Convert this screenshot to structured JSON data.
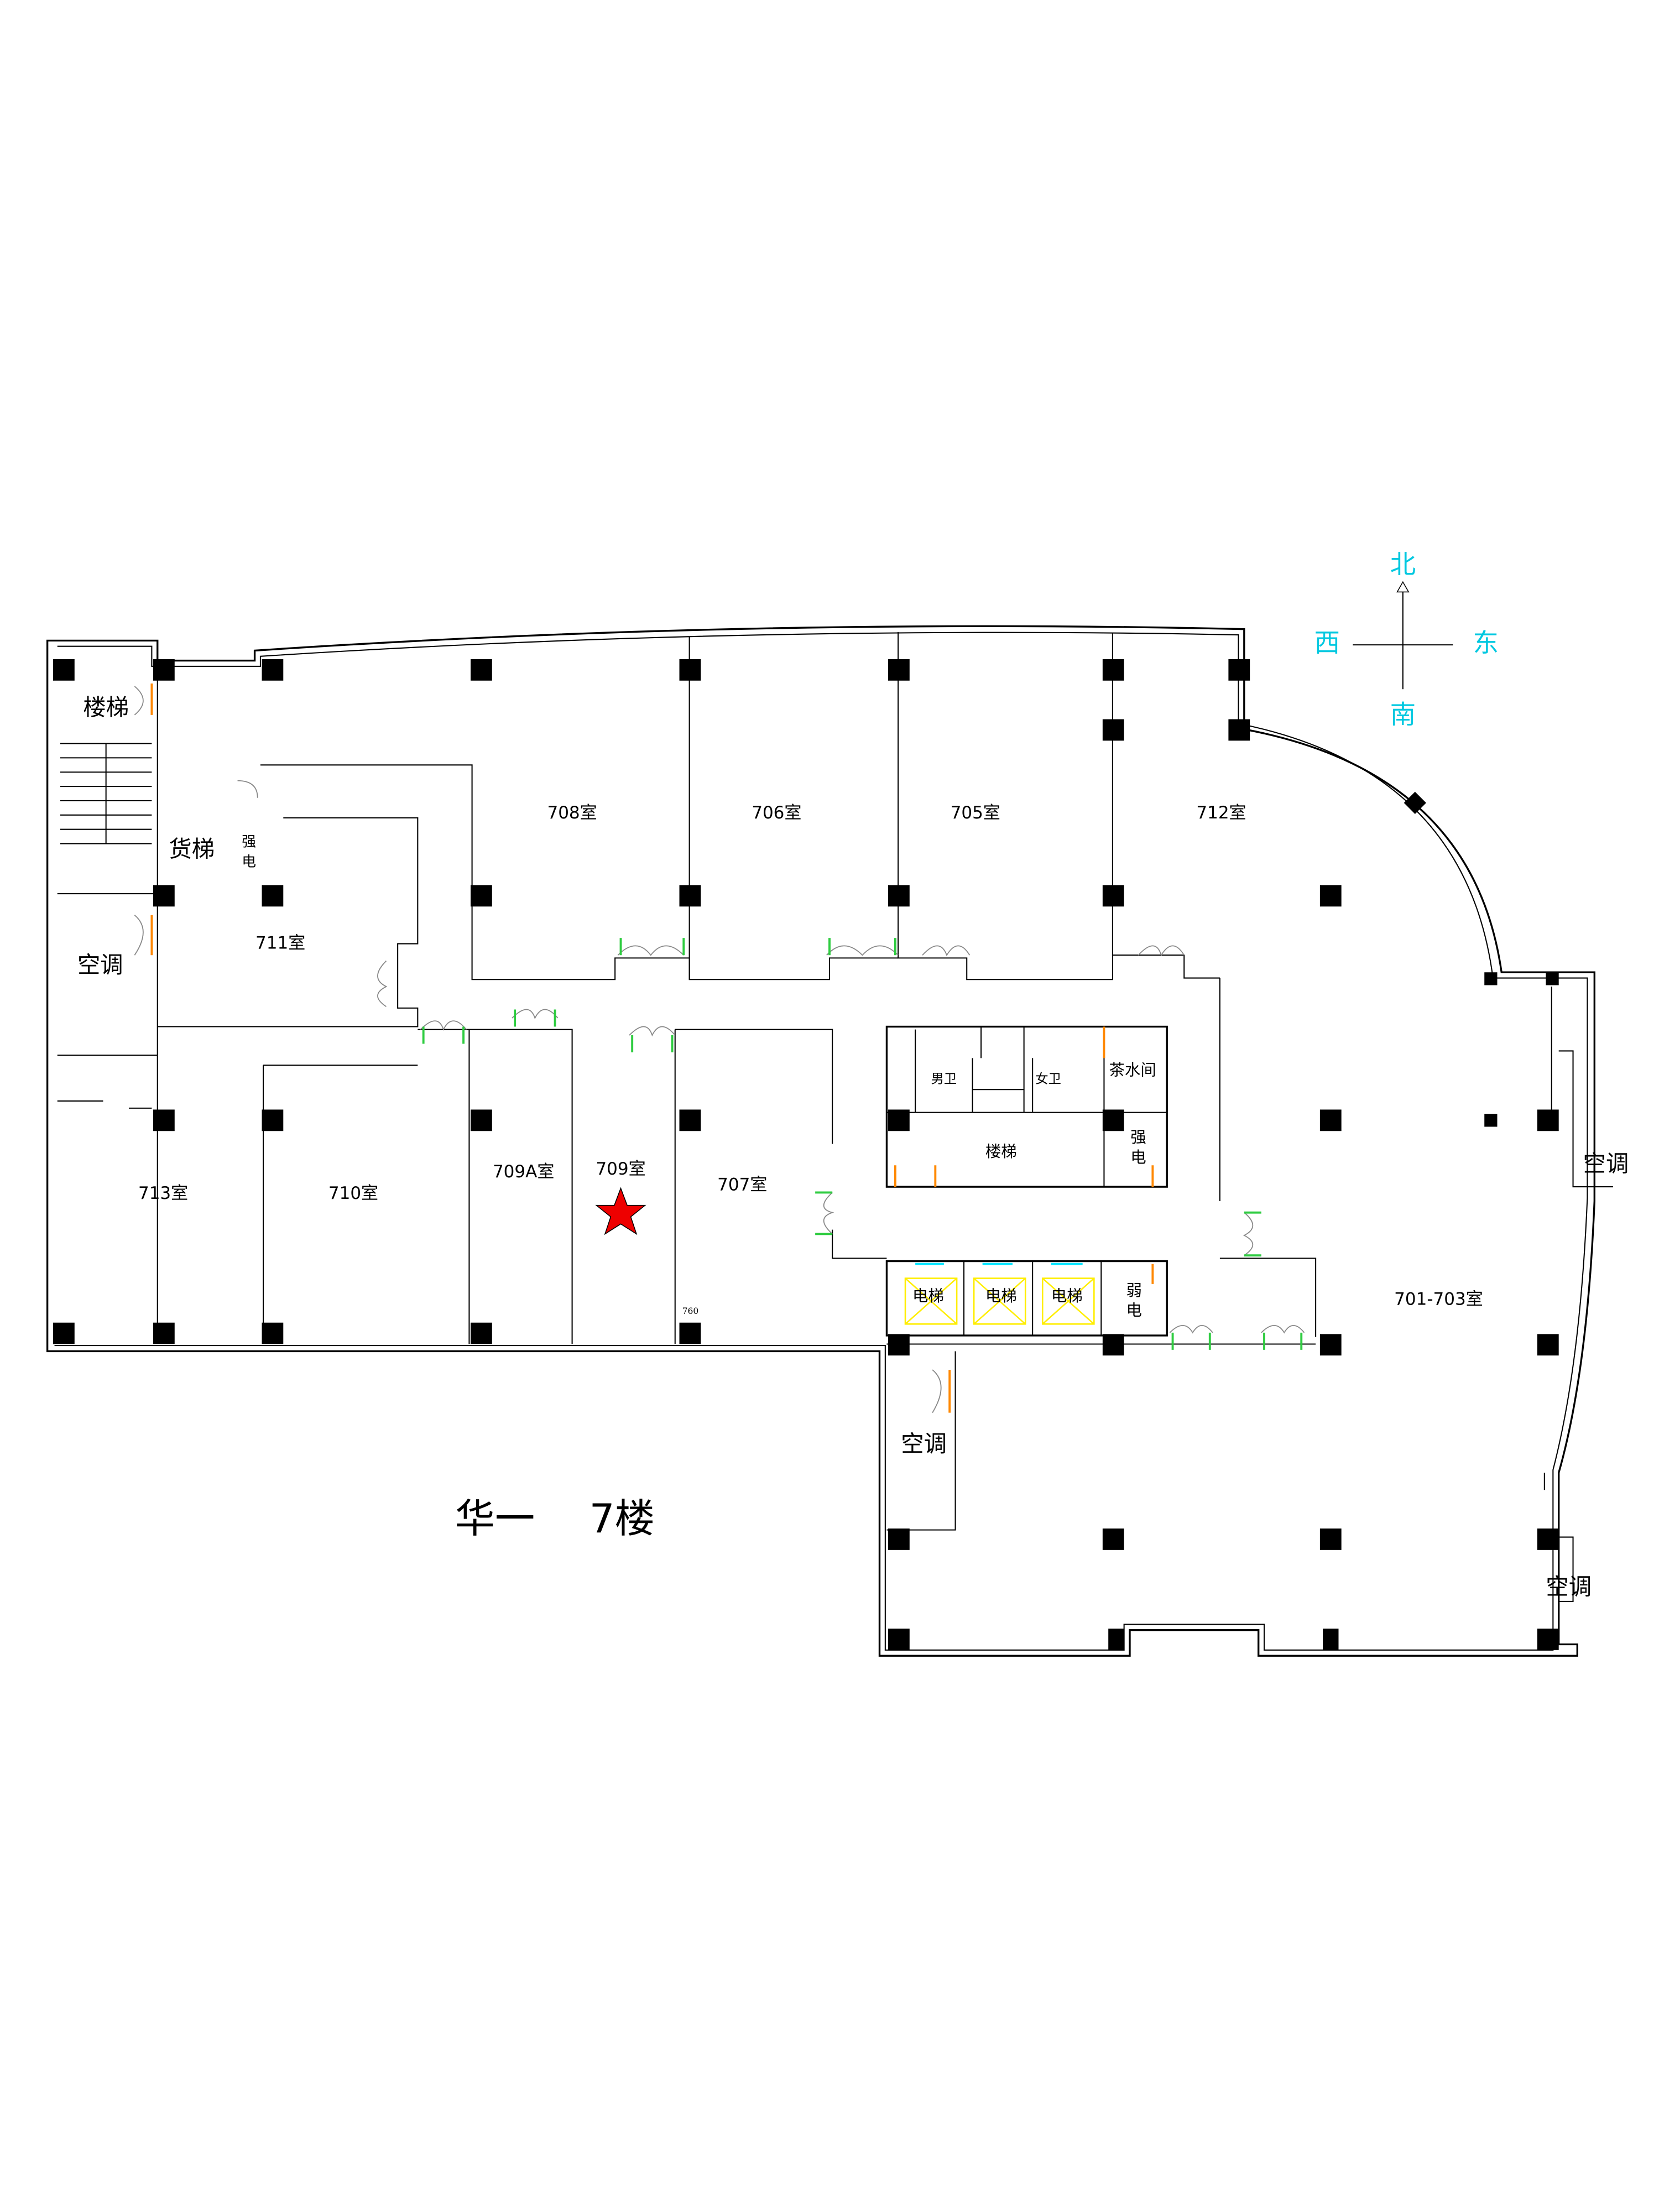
{
  "title": {
    "building": "华一",
    "floor": "7楼"
  },
  "compass": {
    "north": "北",
    "south": "南",
    "west": "西",
    "east": "东"
  },
  "rooms": {
    "r708": "708室",
    "r706": "706室",
    "r705": "705室",
    "r712": "712室",
    "r711": "711室",
    "r713": "713室",
    "r710": "710室",
    "r709a": "709A室",
    "r709": "709室",
    "r707": "707室",
    "r701_703": "701-703室"
  },
  "facilities": {
    "stairs_west": "楼梯",
    "freight_elevator": "货梯",
    "power_west_1": "强",
    "power_west_2": "电",
    "ac_west": "空调",
    "mens_restroom": "男卫",
    "womens_restroom": "女卫",
    "tea_room": "茶水间",
    "stairs_core": "楼梯",
    "power_core_1": "强",
    "power_core_2": "电",
    "elevator_1": "电梯",
    "elevator_2": "电梯",
    "elevator_3": "电梯",
    "low_voltage_1": "弱",
    "low_voltage_2": "电",
    "ac_south": "空调",
    "ac_east": "空调",
    "ac_southeast": "空调"
  },
  "dimension": "760",
  "marker": {
    "room": "709室",
    "color": "#ee0000"
  }
}
